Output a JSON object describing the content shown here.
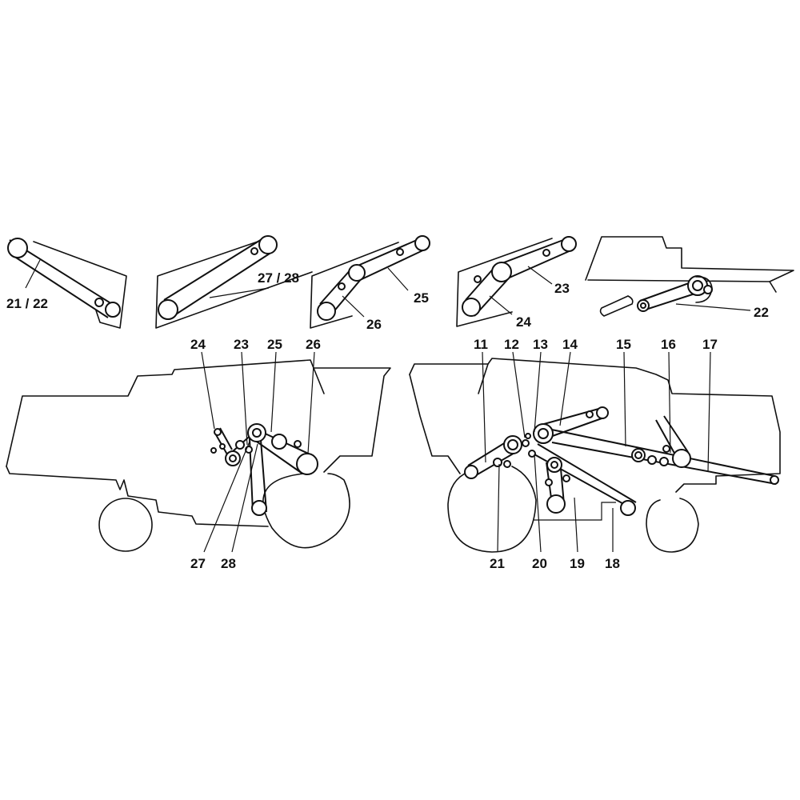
{
  "labels": {
    "inset_1": "21 / 22",
    "inset_2": "27 / 28",
    "inset_3_a": "25",
    "inset_3_b": "26",
    "inset_4_a": "23",
    "inset_4_b": "24",
    "inset_5": "22",
    "left_top_24": "24",
    "left_top_23": "23",
    "left_top_25": "25",
    "left_top_26": "26",
    "left_bottom_27": "27",
    "left_bottom_28": "28",
    "right_top_11": "11",
    "right_top_12": "12",
    "right_top_13": "13",
    "right_top_14": "14",
    "right_top_15": "15",
    "right_top_16": "16",
    "right_top_17": "17",
    "right_bottom_21": "21",
    "right_bottom_20": "20",
    "right_bottom_19": "19",
    "right_bottom_18": "18"
  }
}
